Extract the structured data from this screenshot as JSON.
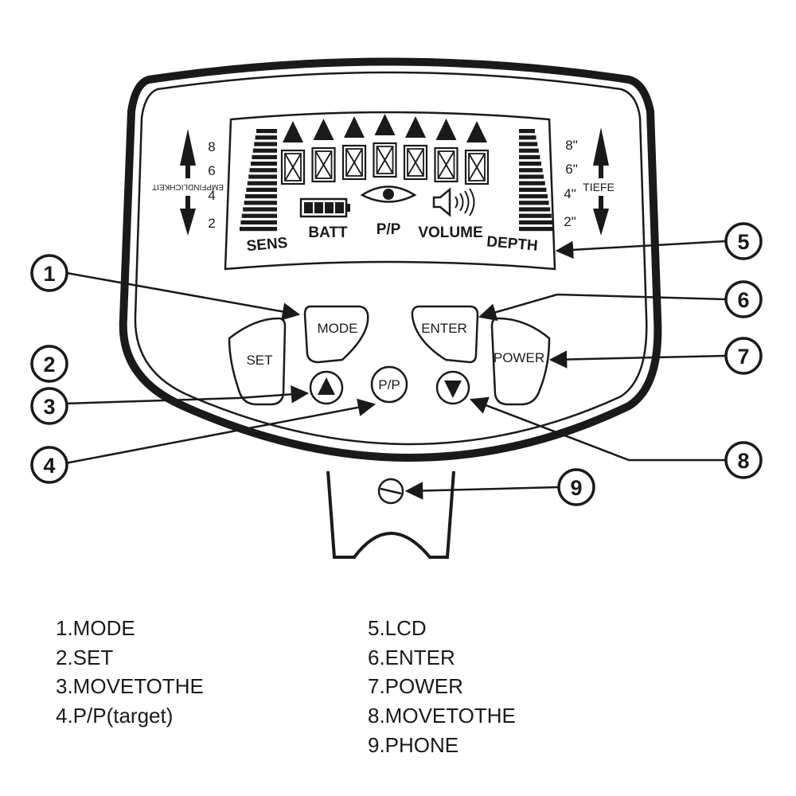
{
  "lcd": {
    "sens_scale": [
      "8",
      "6",
      "4",
      "2"
    ],
    "depth_scale": [
      "8\"",
      "6\"",
      "4\"",
      "2\""
    ],
    "sens_side_label": "EMPFINDLICHKEIT",
    "depth_side_label": "TIEFE",
    "labels": {
      "sens": "SENS",
      "batt": "BATT",
      "pp": "P/P",
      "volume": "VOLUME",
      "depth": "DEPTH"
    }
  },
  "buttons": {
    "mode": "MODE",
    "set": "SET",
    "enter": "ENTER",
    "power": "POWER",
    "pp": "P/P"
  },
  "callouts": [
    "1",
    "2",
    "3",
    "4",
    "5",
    "6",
    "7",
    "8",
    "9"
  ],
  "legend": {
    "left": [
      "1.MODE",
      "2.SET",
      "3.MOVETOTHE",
      "4.P/P(target)"
    ],
    "right": [
      "5.LCD",
      "6.ENTER",
      "7.POWER",
      "8.MOVETOTHE",
      "9.PHONE"
    ]
  },
  "colors": {
    "ink": "#1a1a1a",
    "background": "#ffffff"
  }
}
